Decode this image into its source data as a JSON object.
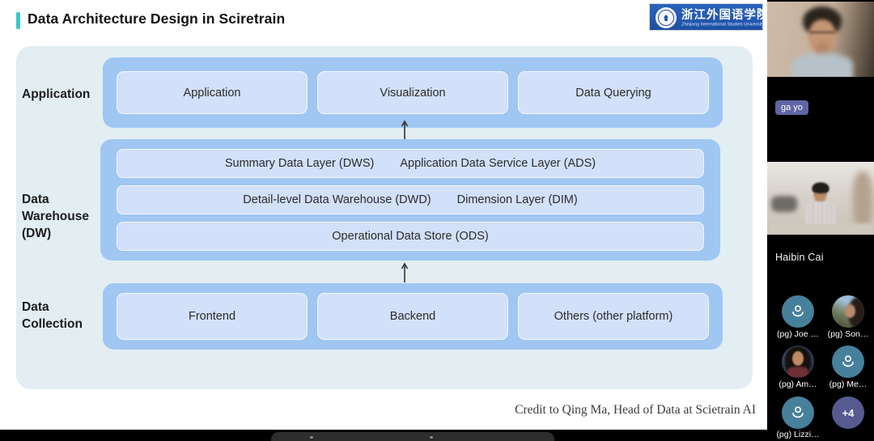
{
  "slide": {
    "title": "Data Architecture Design in Sciretrain",
    "accent_color": "#3fc6c9",
    "logo": {
      "cn": "浙江外国语学院",
      "en": "Zhejiang International Studies University",
      "bg_color": "#2158b0"
    },
    "credit": "Credit to Qing Ma, Head of Data at Scietrain AI",
    "diagram": {
      "colors": {
        "canvas": "#e2eef2",
        "row_bg": "#a0c6f2",
        "box_bg": "#d2e0fa"
      },
      "rows": [
        {
          "label": "Application",
          "boxes": [
            "Application",
            "Visualization",
            "Data Querying"
          ]
        },
        {
          "label": "Data Warehouse (DW)",
          "bars": [
            [
              "Summary Data Layer (DWS)",
              "Application Data Service Layer (ADS)"
            ],
            [
              "Detail-level Data Warehouse (DWD)",
              "Dimension Layer (DIM)"
            ],
            [
              "Operational Data Store (ODS)"
            ]
          ]
        },
        {
          "label": "Data Collection",
          "boxes": [
            "Frontend",
            "Backend",
            "Others (other platform)"
          ]
        }
      ]
    }
  },
  "sidebar": {
    "colors": {
      "avatar_teal": "#47809b",
      "overflow_purple": "#565a90",
      "name_badge": "#6065a5"
    },
    "participants": [
      {
        "name": "ga yo",
        "type": "video"
      },
      {
        "name": "Haibin Cai",
        "type": "video"
      }
    ],
    "avatars": [
      {
        "label": "(pg) Joe …"
      },
      {
        "label": "(pg) Son…"
      },
      {
        "label": "(pg) Am…"
      },
      {
        "label": "(pg) Me…"
      },
      {
        "label": "(pg) Lizzi…"
      },
      {
        "label": "+4"
      }
    ]
  }
}
